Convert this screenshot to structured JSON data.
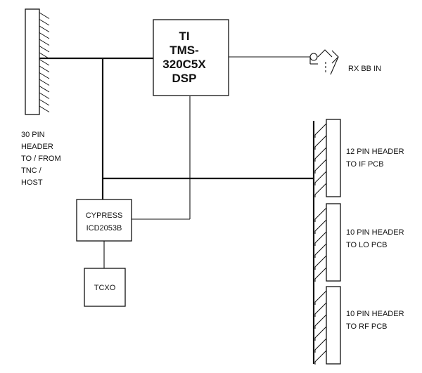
{
  "blocks": {
    "dsp": [
      "TI",
      "TMS-",
      "320C5X",
      "DSP"
    ],
    "clock": [
      "CYPRESS",
      "ICD2053B"
    ],
    "tcxo": "TCXO"
  },
  "labels": {
    "rx": "RX BB IN",
    "host_header": [
      "30 PIN",
      "HEADER",
      "TO / FROM",
      "TNC /",
      "HOST"
    ],
    "if_header": [
      "12 PIN HEADER",
      "TO IF PCB"
    ],
    "lo_header": [
      "10 PIN HEADER",
      "TO LO PCB"
    ],
    "rf_header": [
      "10 PIN HEADER",
      "TO RF PCB"
    ]
  }
}
